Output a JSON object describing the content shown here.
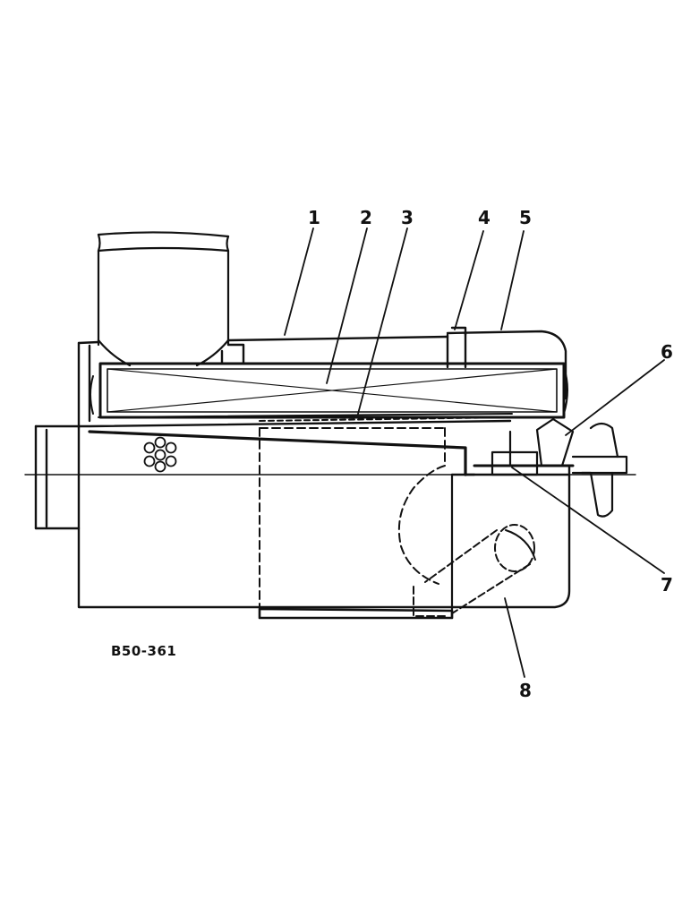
{
  "figure_code": "B50-361",
  "callouts": [
    {
      "id": "1",
      "text": "1"
    },
    {
      "id": "2",
      "text": "2"
    },
    {
      "id": "3",
      "text": "3"
    },
    {
      "id": "4",
      "text": "4"
    },
    {
      "id": "5",
      "text": "5"
    },
    {
      "id": "6",
      "text": "6"
    },
    {
      "id": "7",
      "text": "7"
    },
    {
      "id": "8",
      "text": "8"
    }
  ],
  "colors": {
    "ink": "#111111",
    "paper": "#ffffff"
  }
}
